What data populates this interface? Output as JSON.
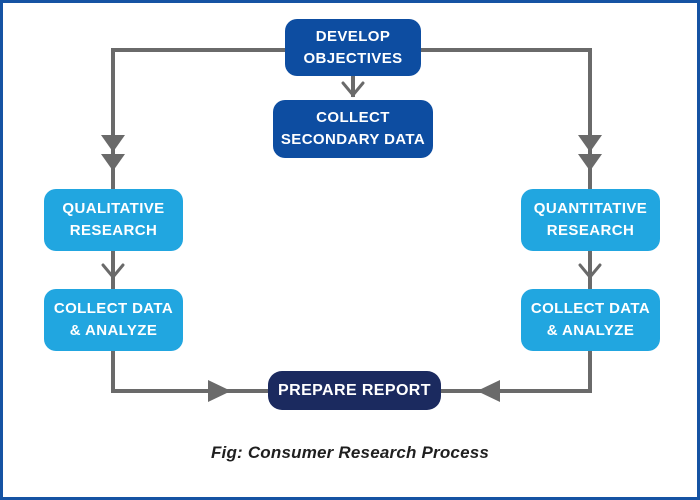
{
  "figure": {
    "caption": "Fig: Consumer Research Process",
    "type": "flowchart"
  },
  "colors": {
    "primary_blue": "#0D4DA1",
    "light_blue": "#21A6E0",
    "navy_blue": "#1B2A5F",
    "connector_gray": "#6A6A6A",
    "frame_border_blue": "#1553A3",
    "node_text": "#FFFFFF",
    "caption_text": "#1F1F1F"
  },
  "nodes": [
    {
      "id": "develop-objectives",
      "label": "DEVELOP\nOBJECTIVES",
      "style": "primary"
    },
    {
      "id": "collect-secondary-data",
      "label": "COLLECT\nSECONDARY DATA",
      "style": "primary"
    },
    {
      "id": "qualitative-research",
      "label": "QUALITATIVE\nRESEARCH",
      "style": "light"
    },
    {
      "id": "quantitative-research",
      "label": "QUANTITATIVE\nRESEARCH",
      "style": "light"
    },
    {
      "id": "collect-data-analyze-left",
      "label": "COLLECT DATA\n& ANALYZE",
      "style": "light"
    },
    {
      "id": "collect-data-analyze-right",
      "label": "COLLECT DATA\n& ANALYZE",
      "style": "light"
    },
    {
      "id": "prepare-report",
      "label": "PREPARE REPORT",
      "style": "navy"
    }
  ],
  "edges": [
    {
      "from": "develop-objectives",
      "to": "collect-secondary-data",
      "arrow": "chevron-down"
    },
    {
      "from": "develop-objectives",
      "to": "qualitative-research",
      "arrow": "double-triangle-down"
    },
    {
      "from": "develop-objectives",
      "to": "quantitative-research",
      "arrow": "double-triangle-down"
    },
    {
      "from": "qualitative-research",
      "to": "collect-data-analyze-left",
      "arrow": "chevron-down"
    },
    {
      "from": "quantitative-research",
      "to": "collect-data-analyze-right",
      "arrow": "chevron-down"
    },
    {
      "from": "collect-data-analyze-left",
      "to": "prepare-report",
      "arrow": "triangle-right"
    },
    {
      "from": "collect-data-analyze-right",
      "to": "prepare-report",
      "arrow": "triangle-left"
    }
  ]
}
